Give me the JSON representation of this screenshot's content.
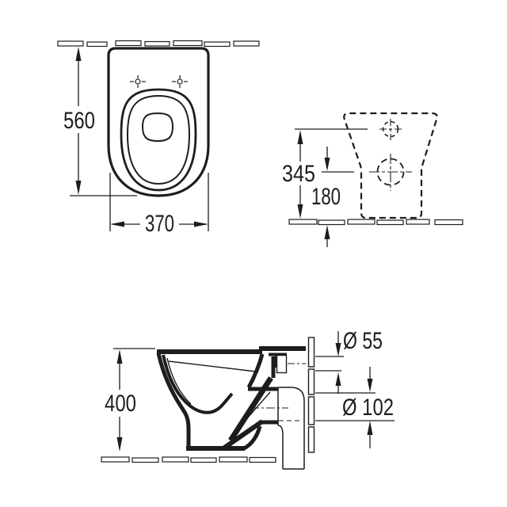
{
  "drawing": {
    "type": "technical-dimension-drawing",
    "colors": {
      "line": "#1d1d1d",
      "background": "#ffffff"
    },
    "views": {
      "top_plan": {
        "dims": {
          "depth": "560",
          "width": "370"
        }
      },
      "rear": {
        "dims": {
          "inlet_center_height": "345",
          "outlet_center_height": "180"
        }
      },
      "side_section": {
        "dims": {
          "rim_height": "400",
          "inlet_diameter": "Ø 55",
          "outlet_diameter": "Ø 102"
        }
      }
    }
  }
}
